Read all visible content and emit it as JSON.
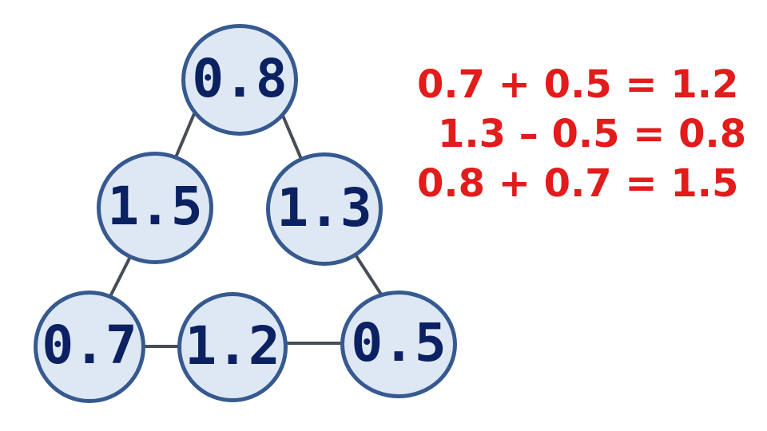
{
  "diagram": {
    "nodes": [
      {
        "id": "top",
        "value": "0.8"
      },
      {
        "id": "middle-left",
        "value": "1.5"
      },
      {
        "id": "middle-right",
        "value": "1.3"
      },
      {
        "id": "bottom-left",
        "value": "0.7"
      },
      {
        "id": "bottom-middle",
        "value": "1.2"
      },
      {
        "id": "bottom-right",
        "value": "0.5"
      }
    ],
    "edges": [
      {
        "from": "top",
        "to": "middle-left"
      },
      {
        "from": "top",
        "to": "middle-right"
      },
      {
        "from": "middle-left",
        "to": "bottom-left"
      },
      {
        "from": "middle-right",
        "to": "bottom-right"
      },
      {
        "from": "bottom-left",
        "to": "bottom-middle"
      },
      {
        "from": "bottom-middle",
        "to": "bottom-right"
      }
    ],
    "colors": {
      "node_fill": "#dde8f4",
      "node_border": "#36598f",
      "node_text": "#0b2161",
      "connector": "#474d55"
    }
  },
  "equations": {
    "color": "#e21b1b",
    "lines": [
      "0.7 + 0.5 = 1.2",
      "1.3 – 0.5 = 0.8",
      "0.8 + 0.7 = 1.5"
    ]
  }
}
